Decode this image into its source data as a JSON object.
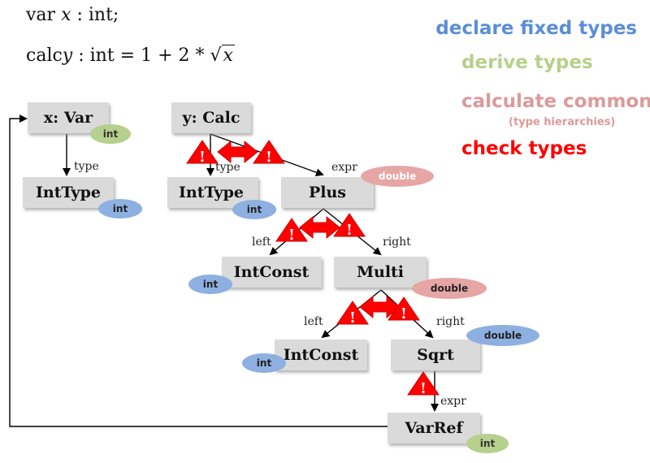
{
  "code": {
    "line1": {
      "kw": "var",
      "name": "x",
      "rest": ": int;"
    },
    "line2": {
      "kw": "calc",
      "name": "y",
      "rest": ": int = 1 + 2 * ",
      "root": "√",
      "arg": "x"
    }
  },
  "legend": {
    "declare": "declare fixed types",
    "derive": "derive types",
    "calculate": "calculate common",
    "calculate_sub": "(type hierarchies)",
    "check": "check types"
  },
  "colors": {
    "declare": "#5b8ed6",
    "derive": "#b8cf8a",
    "calculate": "#dc9a9a",
    "check": "#ff0000",
    "node_fill": "#dadada",
    "badge_blue": "#8db0e0",
    "badge_green": "#b6d08d",
    "badge_pink": "#e6a6a6"
  },
  "nodes": {
    "xvar": "x: Var",
    "intType1": "IntType",
    "ycalc": "y: Calc",
    "intType2": "IntType",
    "plus": "Plus",
    "intConst1": "IntConst",
    "multi": "Multi",
    "intConst2": "IntConst",
    "sqrt": "Sqrt",
    "varRef": "VarRef"
  },
  "edges": {
    "type1": "type",
    "type2": "type",
    "expr1": "expr",
    "left1": "left",
    "right1": "right",
    "left2": "left",
    "right2": "right",
    "expr2": "expr"
  },
  "badges": {
    "xvar": "int",
    "intType1": "int",
    "intType2": "int",
    "plus": "double",
    "intConst1": "int",
    "multi": "double",
    "intConst2": "int",
    "sqrt": "double",
    "varRef": "int"
  },
  "warnings": {
    "mark": "!"
  }
}
